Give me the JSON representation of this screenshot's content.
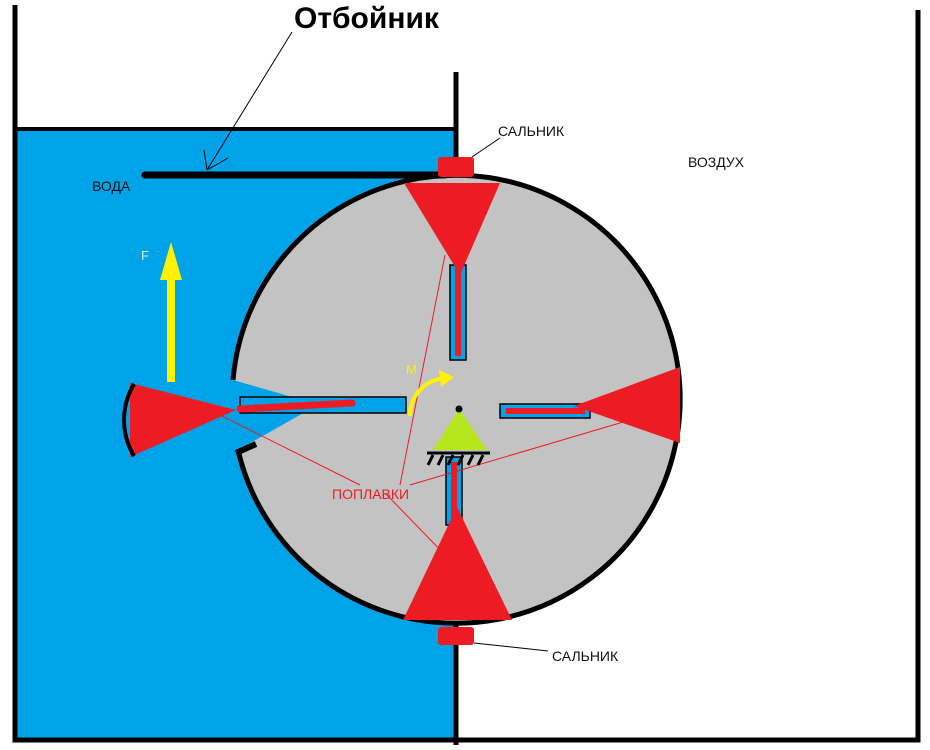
{
  "labels": {
    "title": "Отбойник",
    "water": "ВОДА",
    "air": "ВОЗДУХ",
    "seal_top": "САЛЬНИК",
    "seal_bottom": "САЛЬНИК",
    "force": "F",
    "moment": "M",
    "floats": "ПОПЛАВКИ"
  },
  "colors": {
    "water": "#00a2e8",
    "wheel": "#c3c3c3",
    "float": "#ed1c24",
    "arrow": "#fff200",
    "pivot": "#b5e61d",
    "outline": "#000000",
    "leader": "#ed1c24"
  }
}
